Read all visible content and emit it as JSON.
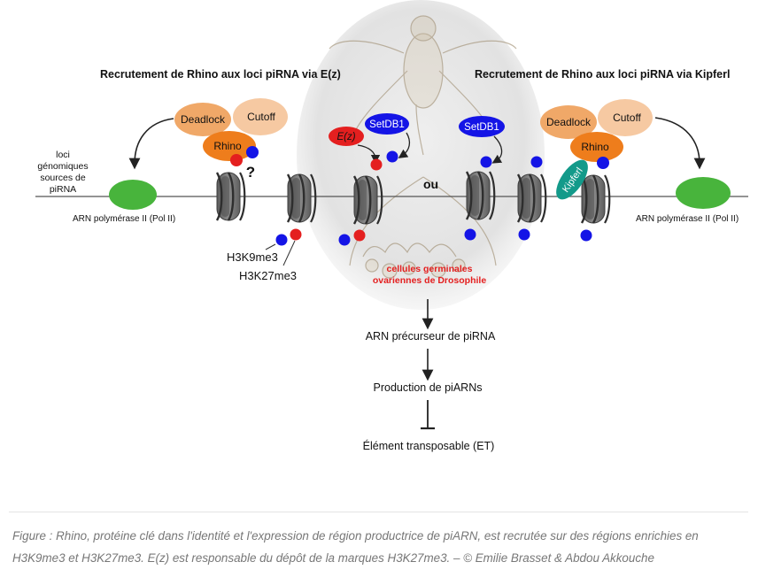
{
  "left_panel": {
    "title": "Recrutement de Rhino aux loci piRNA via E(z)",
    "loci_label": [
      "loci",
      "génomiques",
      "sources de",
      "piRNA"
    ],
    "pol_label": "ARN polymérase II (Pol II)",
    "deadlock": "Deadlock",
    "cutoff": "Cutoff",
    "rhino": "Rhino",
    "question": "?",
    "h3k9": "H3K9me3",
    "h3k27": "H3K27me3"
  },
  "center": {
    "ez": "E(z)",
    "setdb1": "SetDB1",
    "or_label": "ou",
    "cells": [
      "cellules germinales",
      "ovariennes de Drosophile"
    ]
  },
  "right_panel": {
    "title": "Recrutement de Rhino aux loci piRNA via Kipferl",
    "setdb1": "SetDB1",
    "deadlock": "Deadlock",
    "cutoff": "Cutoff",
    "rhino": "Rhino",
    "kipferl": "Kipferl",
    "pol_label": "ARN polymérase II (Pol II)"
  },
  "flow": {
    "precursor": "ARN précurseur de piRNA",
    "production": "Production de piARNs",
    "transposon": "Élément transposable (ET)"
  },
  "caption": "Figure : Rhino, protéine clé dans l'identité et l'expression de région productrice de piARN, est recrutée sur des régions enrichies en H3K9me3 et H3K27me3. E(z) est responsable du dépôt de la marques H3K27me3. – © Emilie Brasset & Abdou Akkouche",
  "colors": {
    "blue_mark": "#1414e6",
    "red_mark": "#e41f1f",
    "deadlock": "#f0a868",
    "cutoff": "#f6c9a2",
    "rhino": "#ee7d1c",
    "pol_ii": "#48b43c",
    "kipferl": "#139a8a",
    "nucleosome": "#6e6e6e"
  }
}
